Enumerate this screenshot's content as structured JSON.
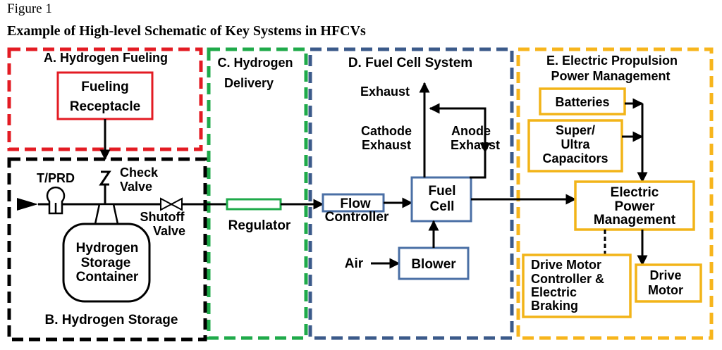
{
  "caption": {
    "figure_label": "Figure 1",
    "title": "Example of High-level Schematic of Key Systems in HFCVs"
  },
  "sections": {
    "a": "A.  Hydrogen Fueling",
    "b": "B. Hydrogen Storage",
    "c_line1": "C. Hydrogen",
    "c_line2": "Delivery",
    "d": "D.  Fuel Cell System",
    "e_line1": "E. Electric Propulsion",
    "e_line2": "Power Management"
  },
  "components": {
    "fueling_receptacle_1": "Fueling",
    "fueling_receptacle_2": "Receptacle",
    "tprd": "T/PRD",
    "check_valve_1": "Check",
    "check_valve_2": "Valve",
    "shutoff_valve_1": "Shutoff",
    "shutoff_valve_2": "Valve",
    "storage_1": "Hydrogen",
    "storage_2": "Storage",
    "storage_3": "Container",
    "regulator": "Regulator",
    "flow_1": "Flow",
    "flow_2": "Controller",
    "fuel_cell_1": "Fuel",
    "fuel_cell_2": "Cell",
    "exhaust": "Exhaust",
    "cathode_1": "Cathode",
    "cathode_2": "Exhaust",
    "anode_1": "Anode",
    "anode_2": "Exhaust",
    "air": "Air",
    "blower": "Blower",
    "batteries": "Batteries",
    "supercap_1": "Super/",
    "supercap_2": "Ultra",
    "supercap_3": "Capacitors",
    "epm_1": "Electric",
    "epm_2": "Power",
    "epm_3": "Management",
    "dmc_1": "Drive Motor",
    "dmc_2": "Controller &",
    "dmc_3": "Electric",
    "dmc_4": "Braking",
    "drive_motor_1": "Drive",
    "drive_motor_2": "Motor"
  },
  "colors": {
    "fueling": "#e31b23",
    "storage": "#000000",
    "delivery": "#1faa4a",
    "fuel_cell": "#3b5a8a",
    "propulsion": "#f7b51c",
    "component_blue": "#4a6fa5",
    "component_yellow": "#f2b418"
  }
}
